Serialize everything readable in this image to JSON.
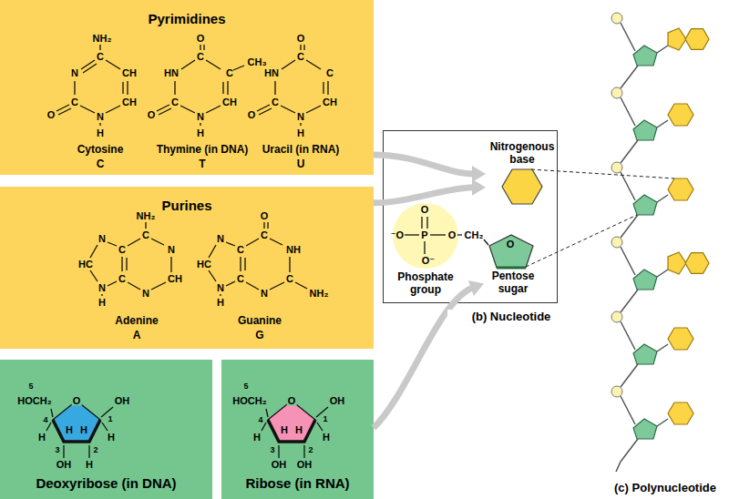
{
  "diagram": {
    "nodes": [
      {
        "text": [
          "Pyrimidines"
        ]
      },
      {
        "text": [
          "Purines"
        ]
      },
      {
        "text": [
          "Deoxyribose (in DNA)"
        ]
      },
      {
        "text": [
          "Ribose (in RNA)"
        ]
      },
      {
        "text": [
          "(b) Nucleotide"
        ]
      },
      {
        "text": [
          "Nitrogenous base"
        ],
        "in": 4
      },
      {
        "text": [
          "Phosphate group"
        ],
        "in": 4
      },
      {
        "text": [
          "Pentose sugar"
        ],
        "in": 4
      }
    ],
    "edges": [
      {
        "from": 0,
        "to": 5,
        "arrow": "to"
      },
      {
        "from": 1,
        "to": 5,
        "arrow": "to"
      },
      {
        "from": 3,
        "to": 7,
        "arrow": "to"
      }
    ],
    "labels": [
      "NH₂",
      "C",
      "N",
      "CH",
      "O",
      "C",
      "CH",
      "N",
      "H",
      "Cytosine",
      "C",
      "O",
      "C",
      "HN",
      "C",
      "CH₃",
      "O",
      "C",
      "CH",
      "N",
      "H",
      "Thymine (in DNA)",
      "T",
      "O",
      "C",
      "HN",
      "C",
      "O",
      "C",
      "CH",
      "N",
      "H",
      "Uracil (in RNA)",
      "U",
      "NH₂",
      "C",
      "N",
      "C",
      "N",
      "HC",
      "C",
      "CH",
      "N",
      "N",
      "H",
      "Adenine",
      "A",
      "O",
      "C",
      "N",
      "C",
      "NH",
      "HC",
      "C",
      "C",
      "NH₂",
      "N",
      "N",
      "H",
      "Guanine",
      "G",
      "5",
      "HOCH₂",
      "O",
      "OH",
      "4",
      "1",
      "H",
      "H",
      "H",
      "H",
      "3",
      "2",
      "OH",
      "H",
      "5",
      "HOCH₂",
      "O",
      "OH",
      "4",
      "1",
      "H",
      "H",
      "H",
      "H",
      "3",
      "2",
      "OH",
      "OH",
      "O",
      "⁻O",
      "P",
      "O",
      "O⁻",
      "CH₂",
      "O",
      "(c) Polynucleotide"
    ]
  }
}
